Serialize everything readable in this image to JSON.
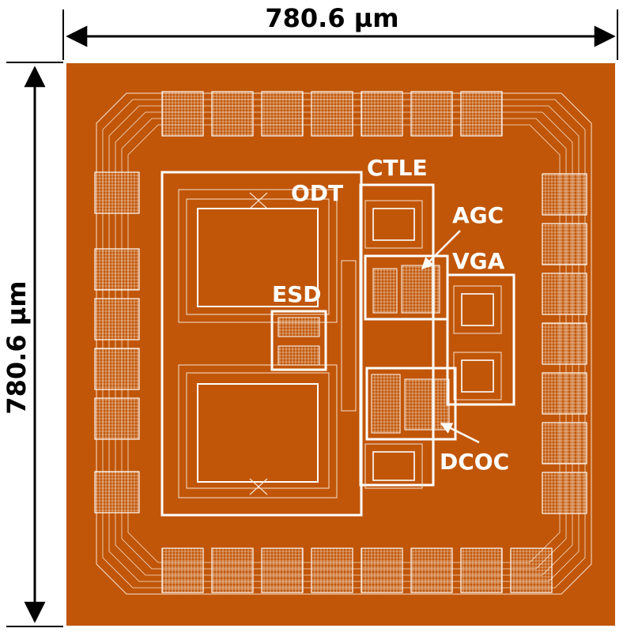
{
  "dimensions": {
    "width_label": "780.6 µm",
    "height_label": "780.6 µm"
  },
  "blocks": {
    "ctle": "CTLE",
    "odt": "ODT",
    "agc": "AGC",
    "vga": "VGA",
    "esd": "ESD",
    "dcoc": "DCOC"
  },
  "colors": {
    "die": "#c15608",
    "outline": "#ffffff",
    "dimension_arrow": "#000000"
  }
}
